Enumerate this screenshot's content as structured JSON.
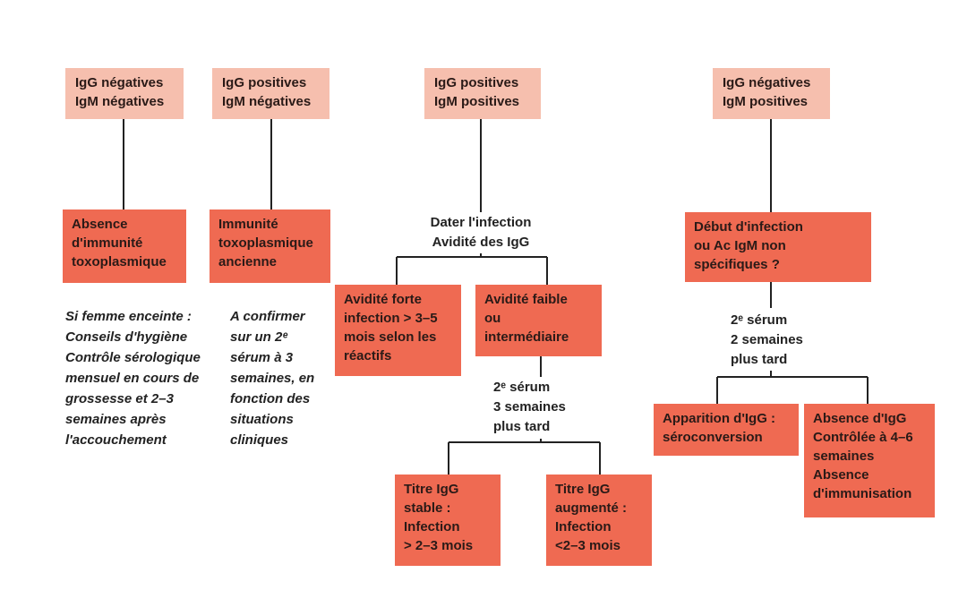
{
  "colors": {
    "header_box": "#f6bfae",
    "result_box": "#ef6a52",
    "line": "#222222"
  },
  "columns": {
    "neg_neg": {
      "header": [
        "IgG négatives",
        "IgM négatives"
      ],
      "result": [
        "Absence",
        "d'immunité",
        "toxoplasmique"
      ],
      "note": [
        "Si femme enceinte :",
        "Conseils d'hygiène",
        "Contrôle sérologique",
        "mensuel en cours de",
        "grossesse et 2–3",
        "semaines après",
        "l'accouchement"
      ]
    },
    "pos_neg": {
      "header": [
        "IgG positives",
        "IgM négatives"
      ],
      "result": [
        "Immunité",
        "toxoplasmique",
        "ancienne"
      ],
      "note": [
        "A confirmer",
        "sur un 2ᵉ",
        "sérum à 3",
        "semaines, en",
        "fonction des",
        "situations",
        "cliniques"
      ]
    },
    "pos_pos": {
      "header": [
        "IgG positives",
        "IgM positives"
      ],
      "step": [
        "Dater l'infection",
        "Avidité des IgG"
      ],
      "avidite_forte": [
        "Avidité forte",
        "infection > 3–5",
        "mois selon les",
        "réactifs"
      ],
      "avidite_faible": [
        "Avidité faible",
        "ou",
        "intermédiaire"
      ],
      "serum": [
        "2ᵉ sérum",
        "3 semaines",
        "plus tard"
      ],
      "titre_stable": [
        "Titre IgG",
        "stable :",
        "Infection",
        "> 2–3 mois"
      ],
      "titre_augmente": [
        "Titre IgG",
        "augmenté :",
        "Infection",
        "<2–3 mois"
      ]
    },
    "neg_pos": {
      "header": [
        "IgG négatives",
        "IgM positives"
      ],
      "result": [
        "Début d'infection",
        "ou Ac IgM non",
        "spécifiques ?"
      ],
      "serum": [
        "2ᵉ sérum",
        "2 semaines",
        "plus tard"
      ],
      "apparition": [
        "Apparition d'IgG :",
        "séroconversion"
      ],
      "absence": [
        "Absence d'IgG",
        "Contrôlée à 4–6",
        "semaines",
        "Absence",
        "d'immunisation"
      ]
    }
  }
}
